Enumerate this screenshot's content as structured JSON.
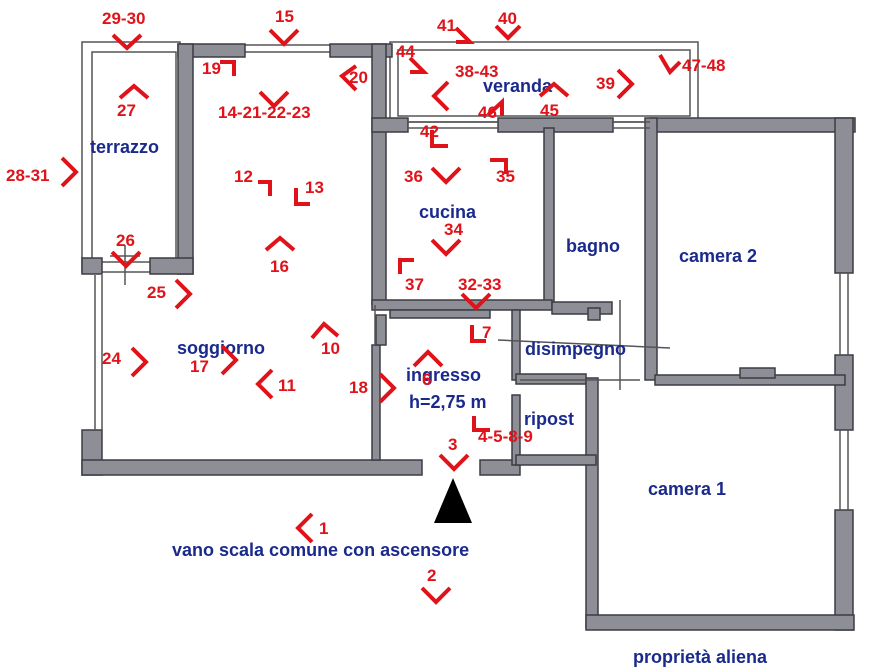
{
  "rooms": {
    "terrazzo": "terrazzo",
    "veranda": "veranda",
    "soggiorno": "soggiorno",
    "cucina": "cucina",
    "bagno": "bagno",
    "camera2": "camera 2",
    "disimpegno": "disimpegno",
    "ingresso": "ingresso",
    "height": "h=2,75 m",
    "ripost": "ripost",
    "camera1": "camera 1",
    "stair": "vano scala comune con ascensore",
    "aliena": "proprietà aliena"
  },
  "photo_points": {
    "p29_30": "29-30",
    "p15": "15",
    "p41": "41",
    "p40": "40",
    "p44": "44",
    "p38_43": "38-43",
    "p47_48": "47-48",
    "p19": "19",
    "p20": "20",
    "p39": "39",
    "p27": "27",
    "p14_23": "14-21-22-23",
    "p46": "46",
    "p45": "45",
    "p42": "42",
    "p28_31": "28-31",
    "p12": "12",
    "p13": "13",
    "p36": "36",
    "p35": "35",
    "p34": "34",
    "p26": "26",
    "p16": "16",
    "p37": "37",
    "p32_33": "32-33",
    "p25": "25",
    "p7": "7",
    "p10": "10",
    "p24": "24",
    "p17": "17",
    "p6": "6",
    "p11": "11",
    "p18": "18",
    "p4_9": "4-5-8-9",
    "p3": "3",
    "p1": "1",
    "p2": "2"
  },
  "colors": {
    "wall": "#8e8e96",
    "room_label": "#1a2a8c",
    "photo_marker": "#e0131a",
    "entrance_marker": "#000000"
  }
}
